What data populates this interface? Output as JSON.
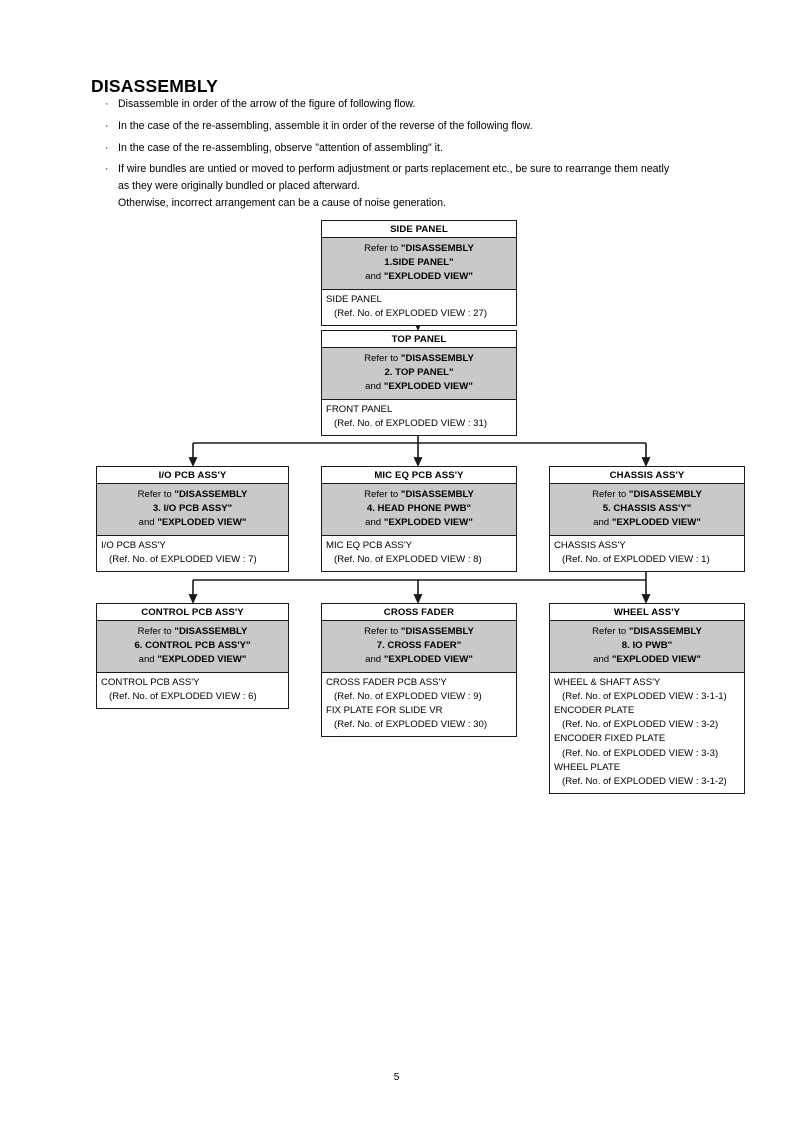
{
  "document": {
    "title": "DISASSEMBLY",
    "page_number": "5"
  },
  "instructions": [
    {
      "lines": [
        "Disassemble in order of the arrow of the figure of following flow."
      ]
    },
    {
      "lines": [
        "In the case of the re-assembling, assemble it in order of the reverse of the following flow."
      ]
    },
    {
      "lines": [
        "In the case of the re-assembling, observe \"attention of assembling\" it."
      ]
    },
    {
      "lines": [
        "If wire bundles are untied or moved to perform adjustment or parts replacement etc., be sure to rearrange them neatly",
        "as they were originally bundled or placed afterward.",
        "Otherwise, incorrect arrangement can be a cause of noise generation."
      ]
    }
  ],
  "flow": {
    "nodes": [
      {
        "id": "side-panel",
        "title": "SIDE PANEL",
        "refer": {
          "line1_prefix": "Refer to ",
          "line1_bold": "\"DISASSEMBLY",
          "line2_bold": "1.SIDE PANEL\"",
          "line3_prefix": "and ",
          "line3_bold": "\"EXPLODED VIEW\""
        },
        "parts": [
          {
            "name": "SIDE PANEL",
            "ref": "(Ref. No. of EXPLODED VIEW : 27)"
          }
        ]
      },
      {
        "id": "top-panel",
        "title": "TOP PANEL",
        "refer": {
          "line1_prefix": "Refer to ",
          "line1_bold": "\"DISASSEMBLY",
          "line2_bold": "2. TOP PANEL\"",
          "line3_prefix": "and ",
          "line3_bold": "\"EXPLODED VIEW\""
        },
        "parts": [
          {
            "name": "FRONT PANEL",
            "ref": "(Ref. No. of EXPLODED VIEW : 31)"
          }
        ]
      },
      {
        "id": "io-pcb-assy",
        "title": "I/O PCB ASS'Y",
        "refer": {
          "line1_prefix": "Refer to ",
          "line1_bold": "\"DISASSEMBLY",
          "line2_bold": "3. I/O PCB ASSY\"",
          "line3_prefix": "and ",
          "line3_bold": "\"EXPLODED VIEW\""
        },
        "parts": [
          {
            "name": "I/O PCB ASS'Y",
            "ref": "(Ref. No. of EXPLODED VIEW : 7)"
          }
        ]
      },
      {
        "id": "mic-eq-pcb-assy",
        "title": "MIC EQ PCB ASS'Y",
        "refer": {
          "line1_prefix": "Refer to ",
          "line1_bold": "\"DISASSEMBLY",
          "line2_bold": "4. HEAD PHONE PWB\"",
          "line3_prefix": "and ",
          "line3_bold": "\"EXPLODED VIEW\""
        },
        "parts": [
          {
            "name": "MIC EQ PCB ASS'Y",
            "ref": "(Ref. No. of EXPLODED VIEW : 8)"
          }
        ]
      },
      {
        "id": "chassis-assy",
        "title": "CHASSIS ASS'Y",
        "refer": {
          "line1_prefix": "Refer to ",
          "line1_bold": "\"DISASSEMBLY",
          "line2_bold": "5. CHASSIS ASS'Y\"",
          "line3_prefix": "and ",
          "line3_bold": "\"EXPLODED VIEW\""
        },
        "parts": [
          {
            "name": "CHASSIS ASS'Y",
            "ref": "(Ref. No. of EXPLODED VIEW : 1)"
          }
        ]
      },
      {
        "id": "control-pcb-assy",
        "title": "CONTROL PCB ASS'Y",
        "refer": {
          "line1_prefix": "Refer to ",
          "line1_bold": "\"DISASSEMBLY",
          "line2_bold": "6. CONTROL PCB ASS'Y\"",
          "line3_prefix": "and ",
          "line3_bold": "\"EXPLODED VIEW\""
        },
        "parts": [
          {
            "name": "CONTROL PCB ASS'Y",
            "ref": "(Ref. No. of EXPLODED VIEW : 6)"
          }
        ]
      },
      {
        "id": "cross-fader",
        "title": "CROSS FADER",
        "refer": {
          "line1_prefix": "Refer to ",
          "line1_bold": "\"DISASSEMBLY",
          "line2_bold": "7. CROSS FADER\"",
          "line3_prefix": "and ",
          "line3_bold": "\"EXPLODED VIEW\""
        },
        "parts": [
          {
            "name": "CROSS FADER PCB ASS'Y",
            "ref": "(Ref. No. of EXPLODED VIEW : 9)"
          },
          {
            "name": "FIX PLATE FOR SLIDE VR",
            "ref": "(Ref. No. of EXPLODED VIEW : 30)"
          }
        ]
      },
      {
        "id": "wheel-assy",
        "title": "WHEEL ASS'Y",
        "refer": {
          "line1_prefix": "Refer to ",
          "line1_bold": "\"DISASSEMBLY",
          "line2_bold": "8. IO PWB\"",
          "line3_prefix": "and ",
          "line3_bold": "\"EXPLODED VIEW\""
        },
        "parts": [
          {
            "name": "WHEEL & SHAFT ASS'Y",
            "ref": "(Ref. No. of EXPLODED VIEW : 3-1-1)"
          },
          {
            "name": "ENCODER PLATE",
            "ref": "(Ref. No. of EXPLODED VIEW : 3-2)"
          },
          {
            "name": "ENCODER FIXED PLATE",
            "ref": "(Ref. No. of EXPLODED VIEW : 3-3)"
          },
          {
            "name": "WHEEL PLATE",
            "ref": "(Ref. No. of EXPLODED VIEW : 3-1-2)"
          }
        ]
      }
    ]
  },
  "colors": {
    "refer_background": "#c9c9c9",
    "border": "#1a1a1a",
    "page_background": "#ffffff"
  }
}
